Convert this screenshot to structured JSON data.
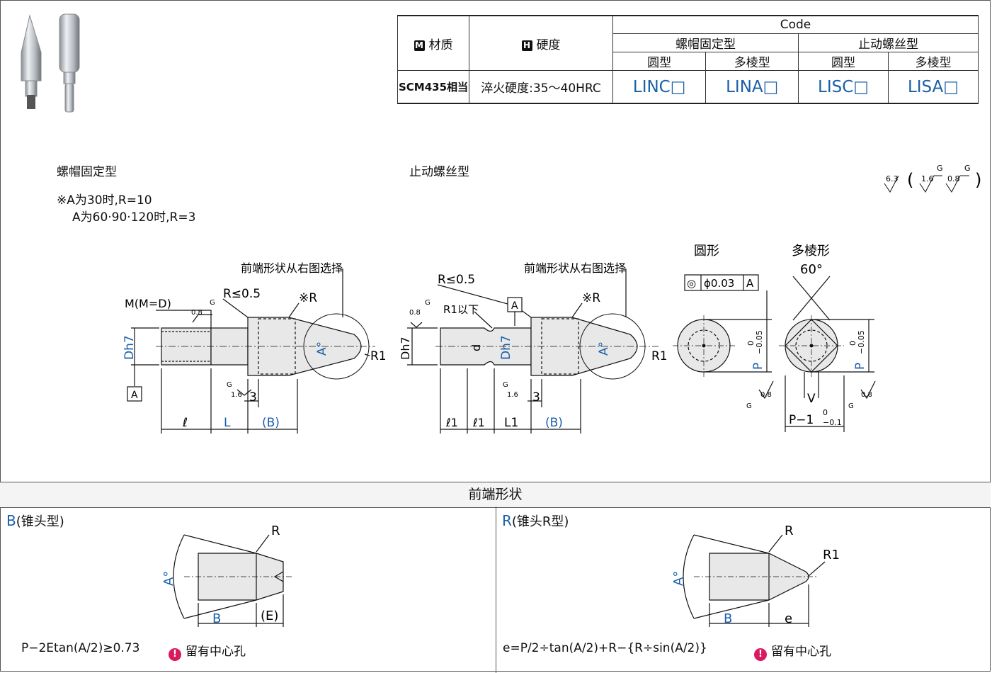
{
  "table": {
    "material_header": "材质",
    "hardness_header": "硬度",
    "code_header": "Code",
    "group_nut": "螺帽固定型",
    "group_screw": "止动螺丝型",
    "round": "圆型",
    "poly": "多棱型",
    "material_value": "SCM435相当",
    "hardness_value": "淬火硬度:35～40HRC",
    "codes": [
      "LINC□",
      "LINA□",
      "LISC□",
      "LISA□"
    ]
  },
  "icons": {
    "material": "M",
    "hardness": "H",
    "warning": "!"
  },
  "left_view": {
    "title": "螺帽固定型",
    "note1": "※A为30时,R=10",
    "note2": "A为60·90·120时,R=3",
    "front_note": "前端形状从右图选择",
    "m_label": "M(M=D)",
    "r_label": "R≤0.5",
    "star_r": "※R",
    "r1": "R1",
    "d_label": "Dh7",
    "a_label": "A°",
    "datum": "A",
    "dim_l": "ℓ",
    "dim_L": "L",
    "dim_B": "(B)",
    "three": "3",
    "g": "G",
    "r08": "0.8",
    "r16": "1.6"
  },
  "right_view": {
    "title": "止动螺丝型",
    "front_note": "前端形状从右图选择",
    "r_label": "R≤0.5",
    "r1_below": "R1以下",
    "star_r": "※R",
    "r1": "R1",
    "datum": "A",
    "d_small": "d",
    "d_h7": "Dh7",
    "d_h7_left": "Dh7",
    "a_label": "A°",
    "dim_l1a": "ℓ1",
    "dim_l1b": "ℓ1",
    "dim_L1": "L1",
    "dim_B": "(B)",
    "three": "3",
    "g": "G",
    "r08": "0.8",
    "r16": "1.6"
  },
  "roughness": {
    "r63": "6.3",
    "r16": "1.6",
    "r08": "0.8",
    "g": "G"
  },
  "sections": {
    "round_title": "圆形",
    "poly_title": "多棱形",
    "concentricity": "◎",
    "phi": "ϕ0.03",
    "datum": "A",
    "p_label": "P",
    "p_tol_upper": "0",
    "p_tol_lower": "−0.05",
    "angle60": "60°",
    "v_label": "V",
    "p_minus1": "P−1",
    "p1_tol_upper": "0",
    "p1_tol_lower": "−0.1",
    "g": "G",
    "r08": "0.8"
  },
  "front_shape": {
    "bar_title": "前端形状",
    "b_title_code": "B",
    "b_title_text": "(锥头型)",
    "r_title_code": "R",
    "r_title_text": "(锥头R型)",
    "b_r": "R",
    "b_a": "A°",
    "b_B": "B",
    "b_E": "(E)",
    "r_r": "R",
    "r_r1": "R1",
    "r_a": "A°",
    "r_B": "B",
    "r_e": "e",
    "b_formula": "P−2Etan(A/2)≥0.73",
    "r_formula": "e=P/2÷tan(A/2)+R−{R÷sin(A/2)}",
    "center_hole": "留有中心孔"
  }
}
